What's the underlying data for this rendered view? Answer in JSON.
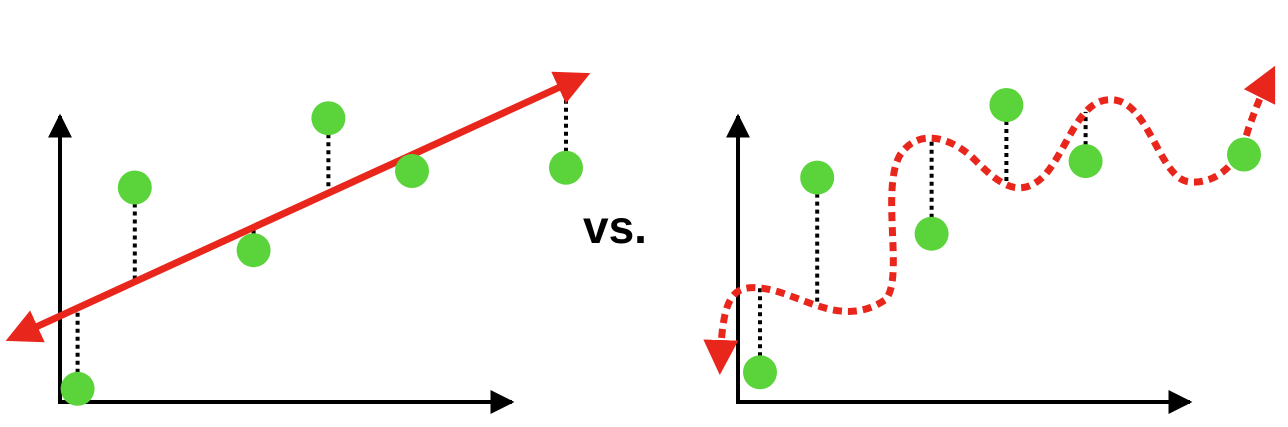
{
  "comparison_label": "vs.",
  "colors": {
    "axis": "#000000",
    "points": "#5ad43a",
    "fit_line": "#e8261c",
    "residual": "#000000"
  },
  "left_panel": {
    "description_fit": "straight-line",
    "points": [
      {
        "x": 0.04,
        "y": 0.04
      },
      {
        "x": 0.17,
        "y": 0.65
      },
      {
        "x": 0.44,
        "y": 0.46
      },
      {
        "x": 0.61,
        "y": 0.86
      },
      {
        "x": 0.8,
        "y": 0.7
      },
      {
        "x": 1.15,
        "y": 0.71
      }
    ]
  },
  "right_panel": {
    "description_fit": "wavy-overfit",
    "points": [
      {
        "x": 0.05,
        "y": 0.09
      },
      {
        "x": 0.18,
        "y": 0.68
      },
      {
        "x": 0.44,
        "y": 0.51
      },
      {
        "x": 0.61,
        "y": 0.9
      },
      {
        "x": 0.79,
        "y": 0.73
      },
      {
        "x": 1.15,
        "y": 0.75
      }
    ]
  }
}
